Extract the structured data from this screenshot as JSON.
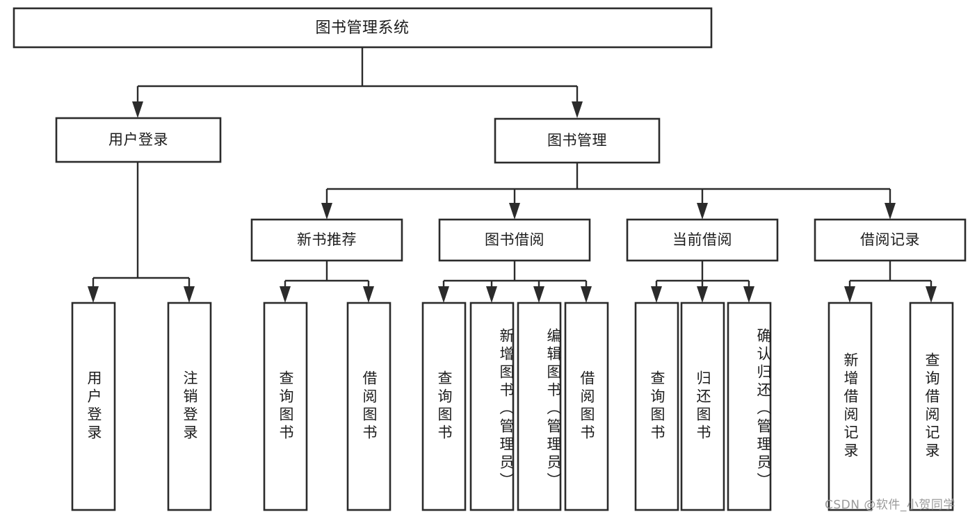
{
  "diagram": {
    "title": "图书管理系统",
    "type": "hierarchy-tree",
    "watermark": "CSDN @软件_小贺同学",
    "colors": {
      "stroke": "#2b2b2b",
      "fill": "#ffffff",
      "text": "#1c1c1c",
      "watermark": "#9a9a9a"
    },
    "root": {
      "label": "图书管理系统"
    },
    "level2": [
      {
        "label": "用户登录"
      },
      {
        "label": "图书管理"
      }
    ],
    "level3": [
      {
        "label": "新书推荐"
      },
      {
        "label": "图书借阅"
      },
      {
        "label": "当前借阅"
      },
      {
        "label": "借阅记录"
      }
    ],
    "leaves": {
      "user_login": [
        {
          "label": "用户登录"
        },
        {
          "label": "注销登录"
        }
      ],
      "new_book": [
        {
          "label": "查询图书"
        },
        {
          "label": "借阅图书"
        }
      ],
      "book_borrow": [
        {
          "label": "查询图书"
        },
        {
          "label": "新增图书（管理员）"
        },
        {
          "label": "编辑图书（管理员）"
        },
        {
          "label": "借阅图书"
        }
      ],
      "current_borrow": [
        {
          "label": "查询图书"
        },
        {
          "label": "归还图书"
        },
        {
          "label": "确认归还（管理员）"
        }
      ],
      "borrow_record": [
        {
          "label": "新增借阅记录"
        },
        {
          "label": "查询借阅记录"
        }
      ]
    }
  }
}
